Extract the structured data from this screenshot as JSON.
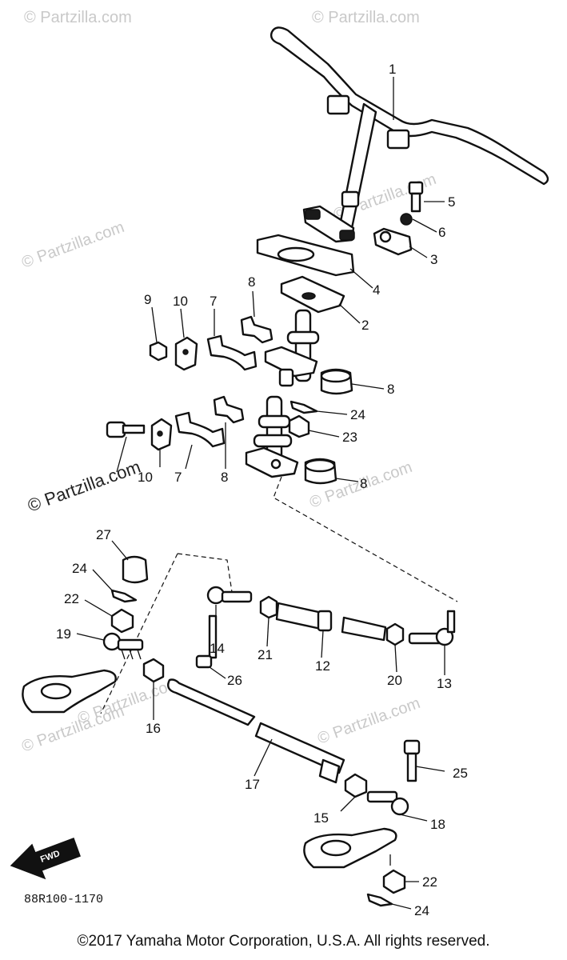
{
  "diagram": {
    "drawing_code": "88R100-1170",
    "fwd_label": "FWD",
    "copyright": "©2017 Yamaha Motor Corporation, U.S.A. All rights reserved.",
    "watermark": "© Partzilla.com",
    "callouts": [
      "1",
      "5",
      "6",
      "3",
      "4",
      "2",
      "8",
      "9",
      "10",
      "7",
      "8",
      "24",
      "23",
      "10",
      "7",
      "8",
      "8",
      "27",
      "24",
      "22",
      "19",
      "14",
      "21",
      "12",
      "20",
      "13",
      "26",
      "16",
      "17",
      "25",
      "15",
      "18",
      "22",
      "24"
    ]
  }
}
